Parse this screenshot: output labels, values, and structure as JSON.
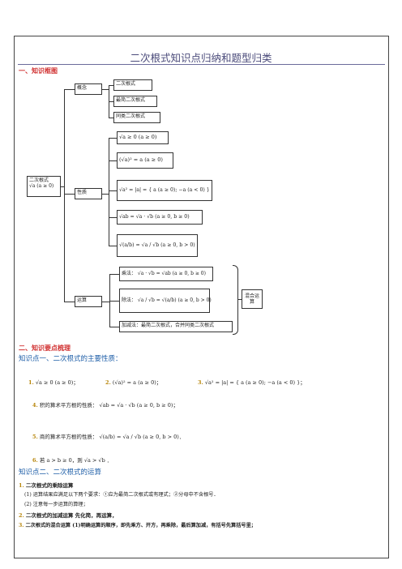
{
  "title": "二次根式知识点归纳和题型归类",
  "section1": "一、知识框图",
  "root": {
    "label": "二次根式",
    "formula": "√a (a ≥ 0)"
  },
  "concept": {
    "label": "概念",
    "items": [
      "二次根式",
      "最简二次根式",
      "同类二次根式"
    ]
  },
  "property": {
    "label": "性质",
    "items": [
      "√a ≥ 0 (a ≥ 0)",
      "(√a)² = a (a ≥ 0)",
      "√a² = |a| = { a (a ≥ 0); −a (a < 0) }",
      "√ab = √a · √b (a ≥ 0, b ≥ 0)",
      "√(a/b) = √a / √b (a ≥ 0, b > 0)"
    ]
  },
  "operation": {
    "label": "运算",
    "items": [
      "乘法： √a · √b = √ab (a ≥ 0, b ≥ 0)",
      "除法： √a / √b = √(a/b) (a ≥ 0, b > 0)",
      "加减法：最简二次根式，合并同类二次根式"
    ],
    "mixed": "混合运算"
  },
  "section2": "二、知识要点梳理",
  "point1": {
    "heading": "知识点一、二次根式的主要性质：",
    "p1_num": "1.",
    "p1": "√a ≥ 0 (a ≥ 0)；",
    "p2_num": "2.",
    "p2": "(√a)² = a (a ≥ 0)；",
    "p3_num": "3.",
    "p3": "√a² = |a| = { a (a ≥ 0); −a (a < 0) }；",
    "p4_num": "4.",
    "p4": "积的算术平方根的性质： √ab = √a · √b (a ≥ 0, b ≥ 0)；",
    "p5_num": "5.",
    "p5": "商的算术平方根的性质： √(a/b) = √a / √b (a ≥ 0, b > 0)．",
    "p6_num": "6.",
    "p6": "若 a > b ≥ 0，则 √a > √b ．"
  },
  "point2": {
    "heading": "知识点二、二次根式的运算",
    "l1_num": "1.",
    "l1": "二次根式的乘除运算",
    "l1a": "(1) 运算结果应满足以下两个要求：①应为最简二次根式或有理式；②分母中不含根号．",
    "l1b": "(2) 注意每一步运算的算理；",
    "l2_num": "2.",
    "l2": "二次根式的加减运算  先化简，再运算，",
    "l3_num": "3.",
    "l3": "二次根式的混合运算 (1)明确运算的顺序，即先乘方、开方，再乘除，最后算加减，有括号先算括号里；"
  }
}
